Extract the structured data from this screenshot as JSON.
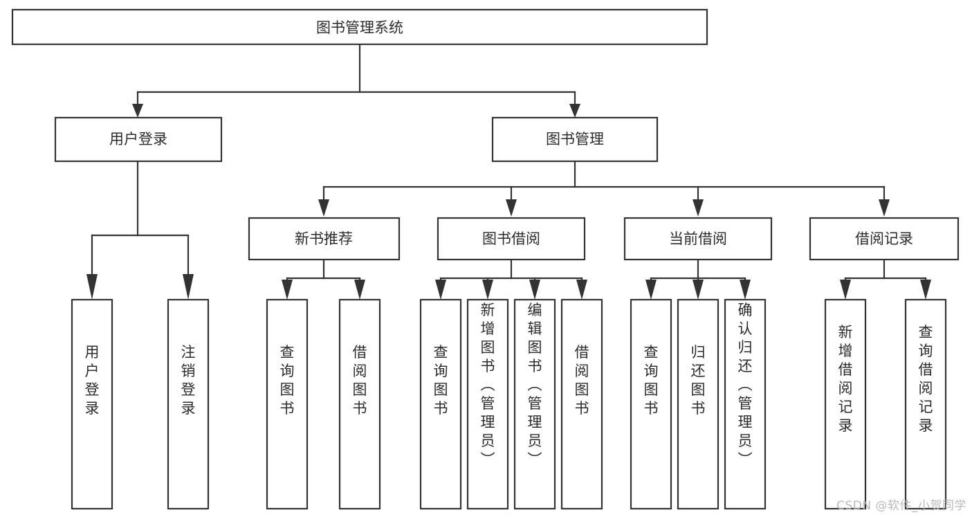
{
  "diagram": {
    "title": "图书管理系统",
    "type": "tree-hierarchy-chart",
    "colors": {
      "stroke": "#333333",
      "box_fill": "#ffffff",
      "text": "#2b2b2b",
      "background": "#ffffff",
      "watermark": "#b9b9b9"
    },
    "root": {
      "label": "图书管理系统"
    },
    "level2": [
      {
        "id": "user-login",
        "label": "用户登录"
      },
      {
        "id": "book-management",
        "label": "图书管理"
      }
    ],
    "level3": [
      {
        "id": "new-book-recommend",
        "label": "新书推荐",
        "parent": "book-management"
      },
      {
        "id": "book-borrow",
        "label": "图书借阅",
        "parent": "book-management"
      },
      {
        "id": "current-borrow",
        "label": "当前借阅",
        "parent": "book-management"
      },
      {
        "id": "borrow-record",
        "label": "借阅记录",
        "parent": "book-management"
      }
    ],
    "leaves": {
      "user-login": [
        {
          "id": "leaf-user-login",
          "label": "用户登录"
        },
        {
          "id": "leaf-user-logout",
          "label": "注销登录"
        }
      ],
      "new-book-recommend": [
        {
          "id": "leaf-query-book-1",
          "label": "查询图书"
        },
        {
          "id": "leaf-borrow-book-1",
          "label": "借阅图书"
        }
      ],
      "book-borrow": [
        {
          "id": "leaf-query-book-2",
          "label": "查询图书"
        },
        {
          "id": "leaf-add-book",
          "label": "新增图书（管理员）"
        },
        {
          "id": "leaf-edit-book",
          "label": "编辑图书（管理员）"
        },
        {
          "id": "leaf-borrow-book-2",
          "label": "借阅图书"
        }
      ],
      "current-borrow": [
        {
          "id": "leaf-query-book-3",
          "label": "查询图书"
        },
        {
          "id": "leaf-return-book",
          "label": "归还图书"
        },
        {
          "id": "leaf-confirm-return",
          "label": "确认归还（管理员）"
        }
      ],
      "borrow-record": [
        {
          "id": "leaf-add-record",
          "label": "新增借阅记录"
        },
        {
          "id": "leaf-query-record",
          "label": "查询借阅记录"
        }
      ]
    }
  },
  "watermark": {
    "text": "CSDN @软件_小贺同学"
  }
}
